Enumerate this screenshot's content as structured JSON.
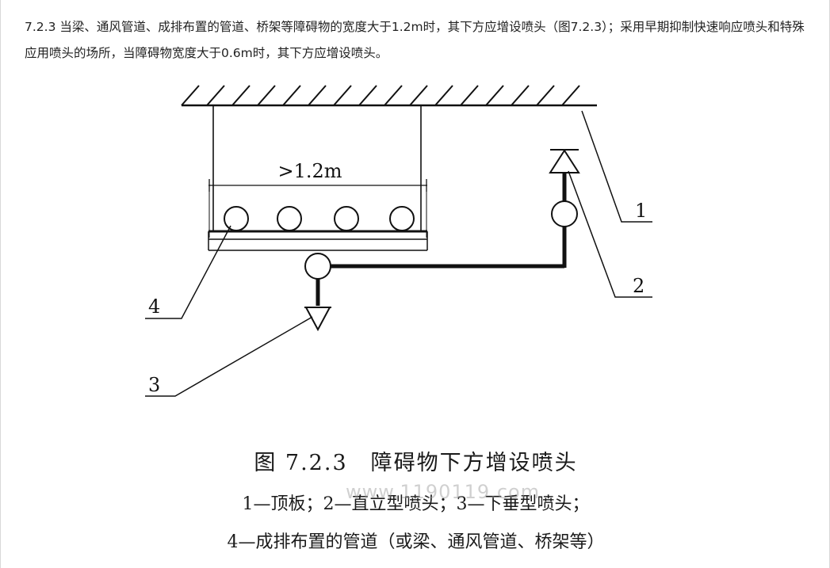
{
  "paragraph": {
    "text": "7.2.3 当梁、通风管道、成排布置的管道、桥架等障碍物的宽度大于1.2m时，其下方应增设喷头（图7.2.3）；采用早期抑制快速响应喷头和特殊应用喷头的场所，当障碍物宽度大于0.6m时，其下方应增设喷头。"
  },
  "figure": {
    "dimension_label": ">1.2m",
    "callouts": [
      "1",
      "2",
      "3",
      "4"
    ],
    "caption_title": "图 7.2.3　障碍物下方增设喷头",
    "legend_line1": "1—顶板；2—直立型喷头；3—下垂型喷头；",
    "legend_line2": "4—成排布置的管道（或梁、通风管道、桥架等）",
    "watermark": "www.1190119.com"
  }
}
